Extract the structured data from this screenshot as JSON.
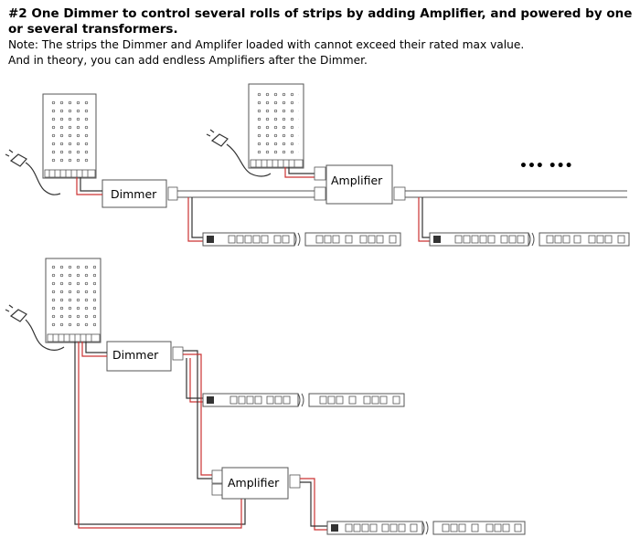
{
  "header": {
    "title": "#2 One Dimmer to control several rolls of strips by adding Amplifier, and powered by one or several transformers.",
    "note_line1": "Note: The strips the Dimmer and Amplifer loaded with cannot exceed their rated max value.",
    "note_line2": "And in theory, you can add endless Amplifiers after the Dimmer."
  },
  "diagram": {
    "dimmer_label": "Dimmer",
    "amplifier_label": "Amplifier",
    "continuation": "••• •••",
    "wire_colors": {
      "positive": "#cc3333",
      "negative": "#333333",
      "outline": "#555555"
    }
  }
}
